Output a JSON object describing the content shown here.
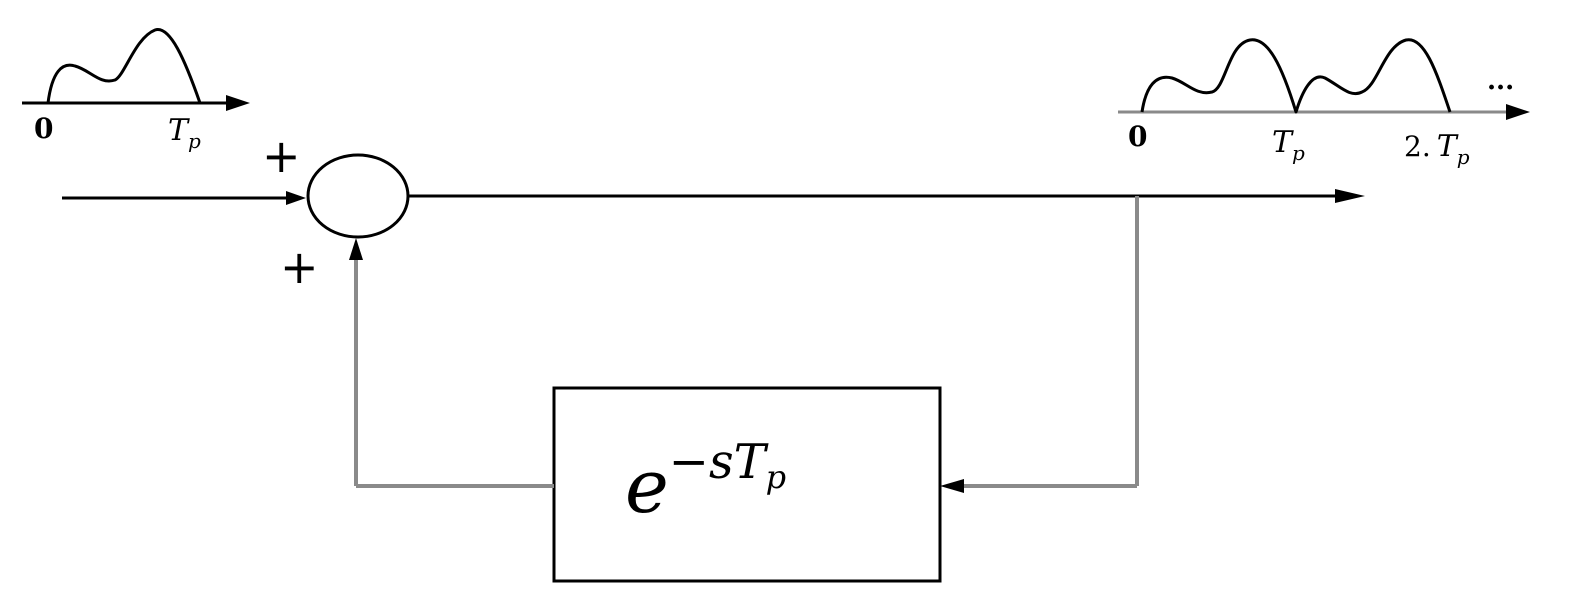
{
  "signs": {
    "top_input": "+",
    "bottom_feedback": "+"
  },
  "input_waveform": {
    "origin_label": "0",
    "period_label_main": "T",
    "period_label_sub": "p"
  },
  "output_waveform": {
    "origin_label": "0",
    "first_period_label_main": "T",
    "first_period_label_sub": "p",
    "second_period_prefix": "2.",
    "second_period_label_main": "T",
    "second_period_label_sub": "p",
    "continuation": "···"
  },
  "delay_block": {
    "base": "e",
    "exponent_sign": "−",
    "exponent_var": "s",
    "exponent_main": "T",
    "exponent_sub": "p"
  },
  "colors": {
    "wire": "#000000",
    "feedback_tap": "#8a8a8a",
    "background": "#ffffff"
  }
}
